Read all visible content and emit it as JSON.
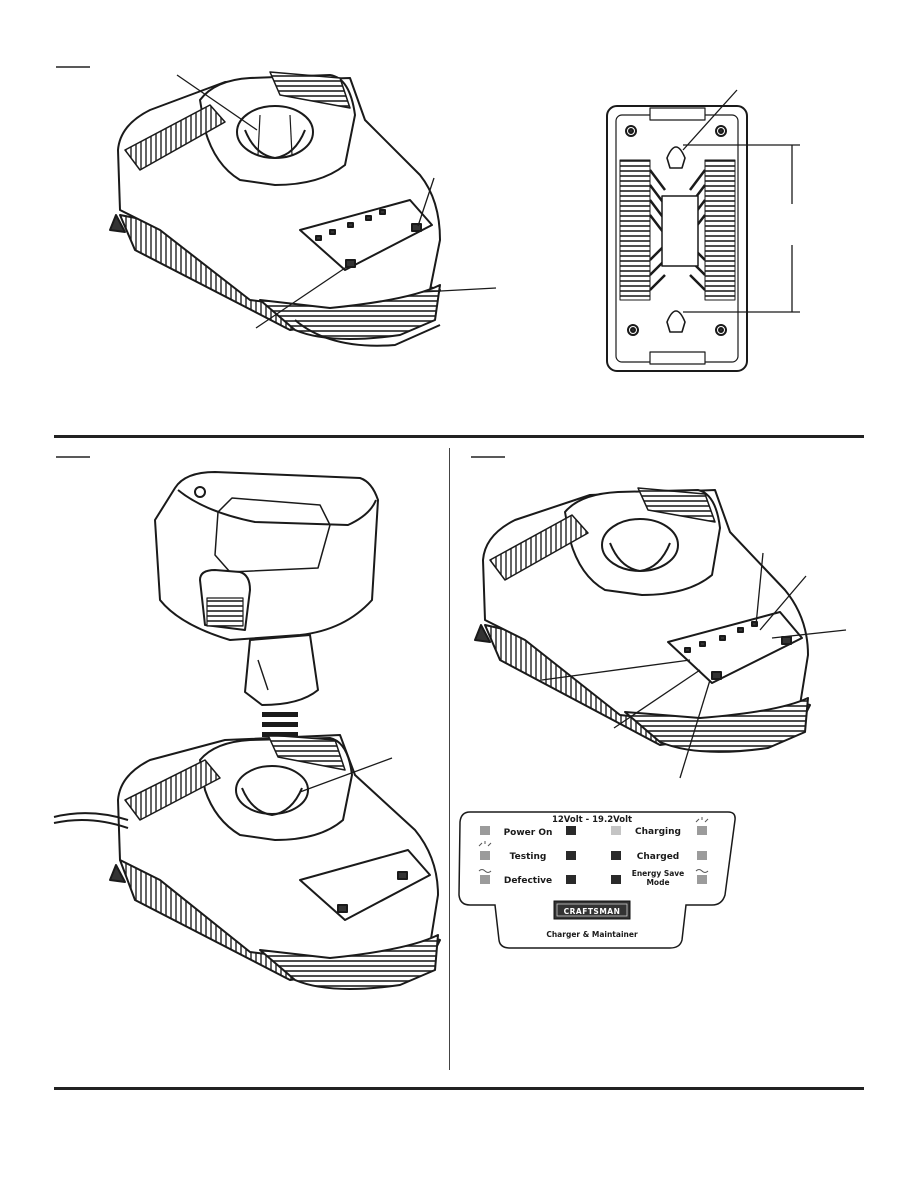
{
  "panel": {
    "voltage": "12Volt - 19.2Volt",
    "left_rows": [
      "Power On",
      "Testing",
      "Defective"
    ],
    "right_rows": [
      "Charging",
      "Charged",
      "Energy Save Mode"
    ],
    "right_rows_wrapped": [
      "Energy Save",
      "Mode"
    ],
    "brand": "CRAFTSMAN",
    "product": "Charger & Maintainer"
  },
  "colors": {
    "line": "#1a1a1a",
    "led_off": "#9b9b9b",
    "led_on": "#2a2a2a",
    "panel_bg": "#ffffff"
  },
  "icons": [
    "charger-top-view-icon",
    "charger-bottom-view-icon",
    "battery-pack-icon",
    "insert-arrow-icon",
    "charger-with-callouts-icon",
    "led-indicator-icon"
  ]
}
